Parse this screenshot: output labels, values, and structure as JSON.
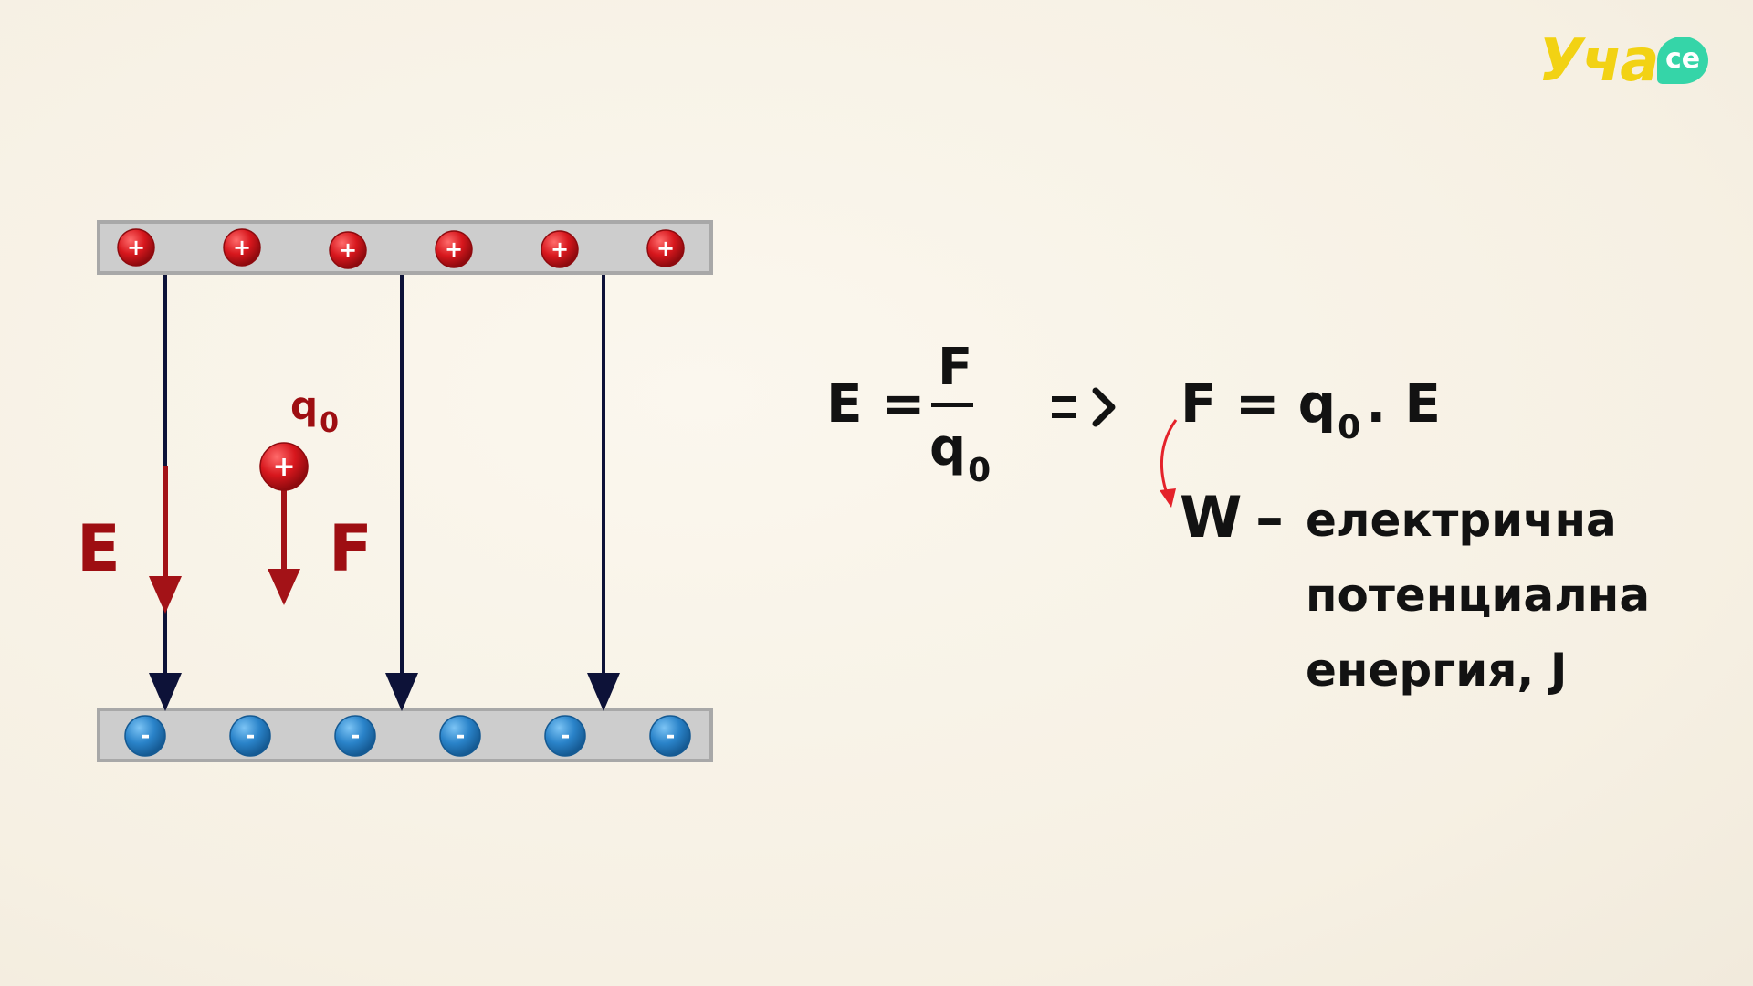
{
  "colors": {
    "background": "#f6f0e3",
    "plate_fill": "#cdcdcd",
    "plate_stroke": "#a8a8a8",
    "field_line": "#0d1238",
    "red_vector": "#a31217",
    "positive_charge": "#d7171d",
    "negative_charge": "#2a83c9",
    "annotation_arrow": "#e4222a",
    "logo_yellow": "#f2d214",
    "logo_green": "#35d5a8"
  },
  "icons": {
    "positive": "plus-sign",
    "negative": "minus-sign"
  },
  "diagram": {
    "top_plate_signs": [
      "+",
      "+",
      "+",
      "+",
      "+",
      "+"
    ],
    "bottom_plate_signs": [
      "-",
      "-",
      "-",
      "-",
      "-",
      "-"
    ],
    "test_charge_sign": "+",
    "charge_label": {
      "base": "q",
      "sub": "0"
    },
    "e_label": "E",
    "f_label": "F"
  },
  "formula": {
    "lhs": "E =",
    "numerator": "F",
    "denominator": {
      "base": "q",
      "sub": "0"
    },
    "implies": "=>",
    "result": {
      "prefix": "F = q",
      "sub": "0",
      "suffix": ". E"
    }
  },
  "definition": {
    "symbol": "W",
    "dash": "–",
    "lines": [
      "електрична",
      "потенциална",
      "енергия, J"
    ]
  },
  "logo": {
    "main": "Уча",
    "badge": "се"
  }
}
